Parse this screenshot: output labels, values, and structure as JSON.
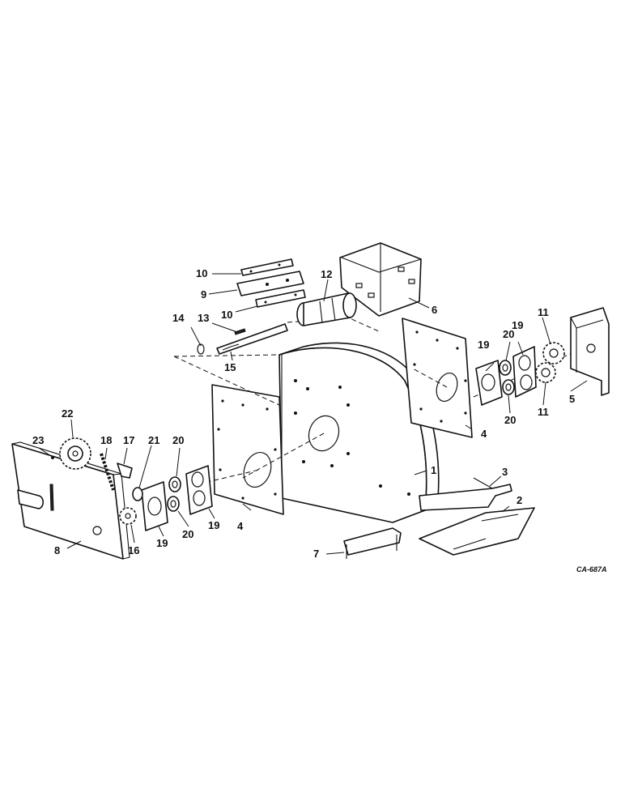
{
  "diagram": {
    "drawing_code": "CA-687A",
    "callouts": {
      "c1": "1",
      "c2": "2",
      "c3": "3",
      "c4a": "4",
      "c4b": "4",
      "c5": "5",
      "c6": "6",
      "c7": "7",
      "c8": "8",
      "c9": "9",
      "c10a": "10",
      "c10b": "10",
      "c11a": "11",
      "c11b": "11",
      "c12": "12",
      "c13": "13",
      "c14": "14",
      "c15": "15",
      "c16": "16",
      "c17": "17",
      "c18": "18",
      "c19a": "19",
      "c19b": "19",
      "c19c": "19",
      "c19d": "19",
      "c20a": "20",
      "c20b": "20",
      "c20c": "20",
      "c20d": "20",
      "c21": "21",
      "c22": "22",
      "c23": "23"
    }
  }
}
